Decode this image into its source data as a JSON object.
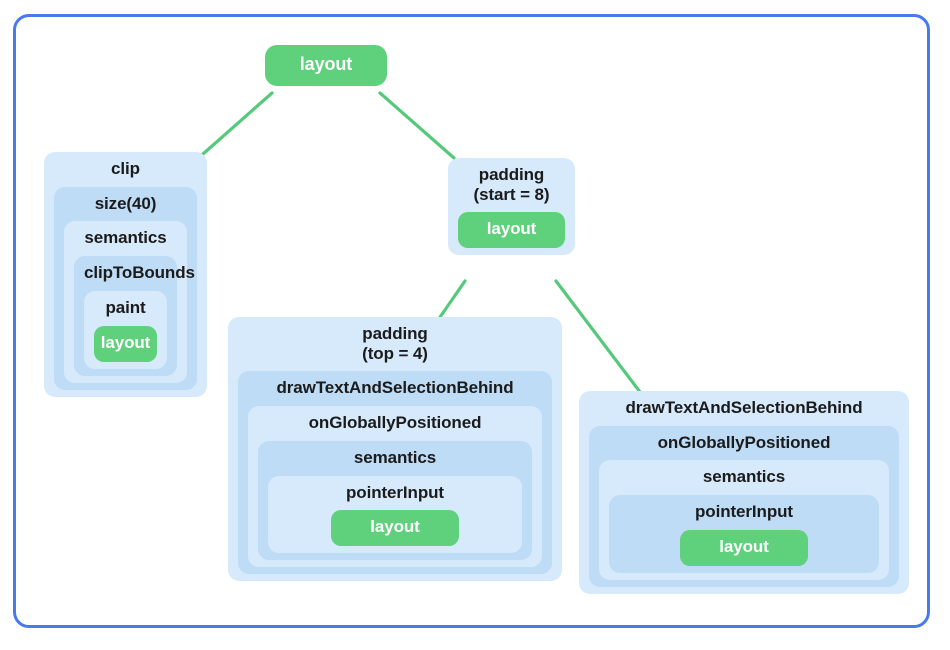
{
  "diagram": {
    "type": "modifier-tree",
    "frame_color": "#4a79ee",
    "leaf_color": "#5fd07c",
    "edge_color": "#55c97a",
    "box_shades": [
      "#d7eafc",
      "#bedcf6"
    ],
    "root": {
      "label": "layout",
      "kind": "leaf"
    },
    "branches": {
      "clip_chain": {
        "labels": [
          "clip",
          "size(40)",
          "semantics",
          "clipToBounds",
          "paint"
        ],
        "leaf": "layout"
      },
      "padding_start": {
        "label": "padding\n(start = 8)",
        "leaf": "layout"
      },
      "padding_top": {
        "labels": [
          "padding\n(top = 4)",
          "drawTextAndSelectionBehind",
          "onGloballyPositioned",
          "semantics",
          "pointerInput"
        ],
        "leaf": "layout"
      },
      "draw_text": {
        "labels": [
          "drawTextAndSelectionBehind",
          "onGloballyPositioned",
          "semantics",
          "pointerInput"
        ],
        "leaf": "layout"
      }
    },
    "edges": [
      {
        "from": "root",
        "to": "clip"
      },
      {
        "from": "root",
        "to": "padding-start-8"
      },
      {
        "from": "padding-start-8-layout",
        "to": "padding-top-4"
      },
      {
        "from": "padding-start-8-layout",
        "to": "draw-text-and-selection-behind"
      }
    ]
  }
}
